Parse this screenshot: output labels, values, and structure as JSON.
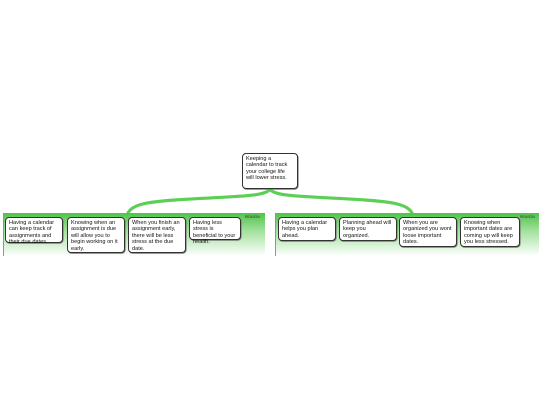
{
  "root": {
    "text": "Keeping a calendar to track your college life will lower stress."
  },
  "groups": [
    {
      "label": "REASON",
      "nodes": [
        "Having a calendar can keep track of assignments and their due dates.",
        "Knowing when an assignment is due will allow you to begin working on it early.",
        "When you finish an assignment early, there will be less stress at the due date.",
        "Having less stress is beneficial to your health."
      ]
    },
    {
      "label": "REASON",
      "nodes": [
        "Having a calendar helps you plan ahead.",
        "Planning ahead will keep you organized.",
        "When you are organized you wont loose important dates.",
        "Knowing when important dates are coming up will keep you less stressed."
      ]
    }
  ],
  "colors": {
    "connector": "#5ccf55",
    "group_fill": "#4fc34a",
    "node_border": "#333333"
  }
}
